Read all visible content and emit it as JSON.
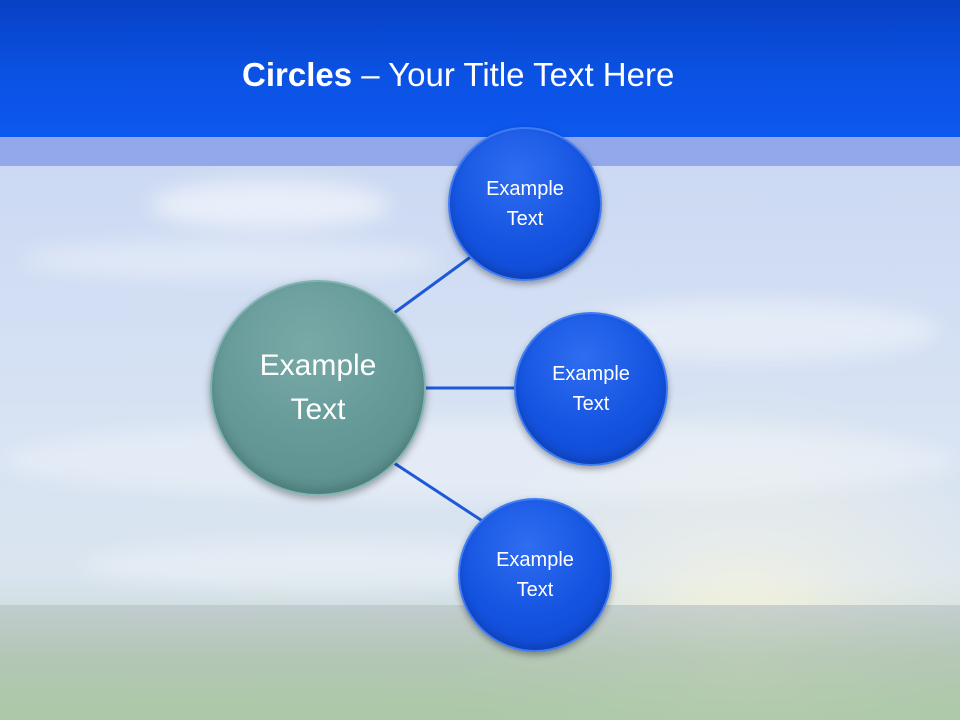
{
  "slide": {
    "title_bold": "Circles",
    "title_rest": " – Your Title Text Here"
  },
  "diagram": {
    "center": {
      "label_line1": "Example",
      "label_line2": "Text"
    },
    "satellites": [
      {
        "label_line1": "Example",
        "label_line2": "Text"
      },
      {
        "label_line1": "Example",
        "label_line2": "Text"
      },
      {
        "label_line1": "Example",
        "label_line2": "Text"
      }
    ]
  },
  "colors": {
    "header": "#0b52e4",
    "band": "#93a8ea",
    "center_circle": "#639896",
    "satellite_circle": "#1453e0",
    "connector": "#1e5ad8"
  }
}
